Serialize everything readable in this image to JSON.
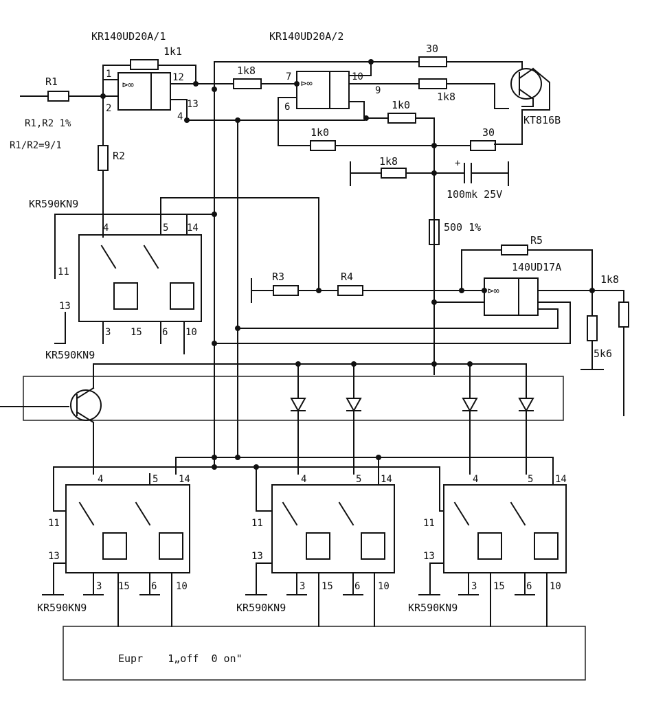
{
  "schematic": {
    "ic_labels": {
      "opamp1": "KR140UD20A/1",
      "opamp2": "KR140UD20A/2",
      "opamp3": "140UD17A",
      "transistor": "KT816B",
      "switch_top": "KR590KN9",
      "switch_top_bottom": "KR590KN9",
      "switch_b1": "KR590KN9",
      "switch_b2": "KR590KN9",
      "switch_b3": "KR590KN9"
    },
    "notes": {
      "tolerance": "R1,R2 1%",
      "ratio": "R1/R2=9/1",
      "bottom_box": "Eupr    1„off  0 on\""
    },
    "components": {
      "r1": "R1",
      "r2": "R2",
      "r3": "R3",
      "r4": "R4",
      "r5": "R5",
      "r_1k1": "1k1",
      "r_1k8_a": "1k8",
      "r_30_a": "30",
      "r_1k8_b": "1k8",
      "r_1k0_a": "1k0",
      "r_1k0_b": "1k0",
      "r_30_b": "30",
      "r_1k8_c": "1k8",
      "cap": "100mk 25V",
      "r_500": "500 1%",
      "r_1k8_d": "1k8",
      "r_5k6": "5k6"
    },
    "pins": {
      "u1_1": "1",
      "u1_2": "2",
      "u1_12": "12",
      "u1_13": "13",
      "u1_4": "4",
      "u2_7": "7",
      "u2_10": "10",
      "u2_9": "9",
      "u2_6": "6",
      "p4": "4",
      "p5": "5",
      "p14": "14",
      "p11": "11",
      "p13": "13",
      "p3": "3",
      "p15": "15",
      "p6": "6",
      "p10": "10"
    }
  }
}
